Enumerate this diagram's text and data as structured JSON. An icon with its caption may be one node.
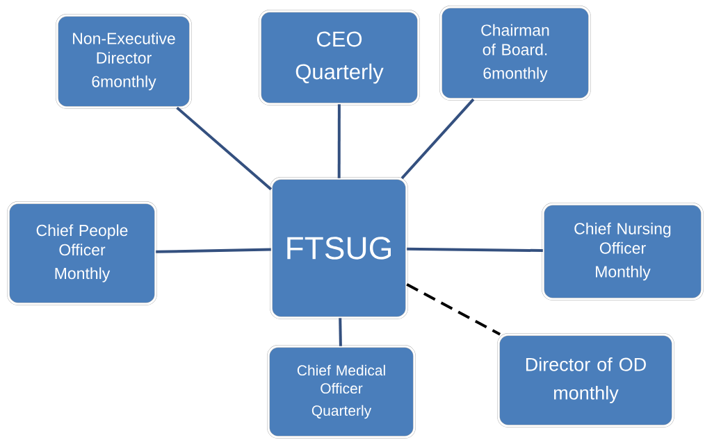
{
  "diagram": {
    "nodes": [
      {
        "text": [
          "FTSUG"
        ]
      },
      {
        "text": [
          "Non-Executive Director",
          "6monthly"
        ]
      },
      {
        "text": [
          "CEO",
          "Quarterly"
        ]
      },
      {
        "text": [
          "Chairman of Board.",
          "6monthly"
        ]
      },
      {
        "text": [
          "Chief People Officer",
          "Monthly"
        ]
      },
      {
        "text": [
          "Chief Nursing Officer",
          "Monthly"
        ]
      },
      {
        "text": [
          "Chief Medical Officer",
          "Quarterly"
        ]
      },
      {
        "text": [
          "Director of OD",
          "monthly"
        ]
      }
    ],
    "edges": [
      {
        "from": 0,
        "to": 1,
        "arrow": "none"
      },
      {
        "from": 0,
        "to": 2,
        "arrow": "none"
      },
      {
        "from": 0,
        "to": 3,
        "arrow": "none"
      },
      {
        "from": 0,
        "to": 4,
        "arrow": "none"
      },
      {
        "from": 0,
        "to": 5,
        "arrow": "none"
      },
      {
        "from": 0,
        "to": 6,
        "arrow": "none"
      },
      {
        "from": 0,
        "to": 7,
        "arrow": "none",
        "style": "dashed",
        "color": "#000000"
      }
    ]
  }
}
